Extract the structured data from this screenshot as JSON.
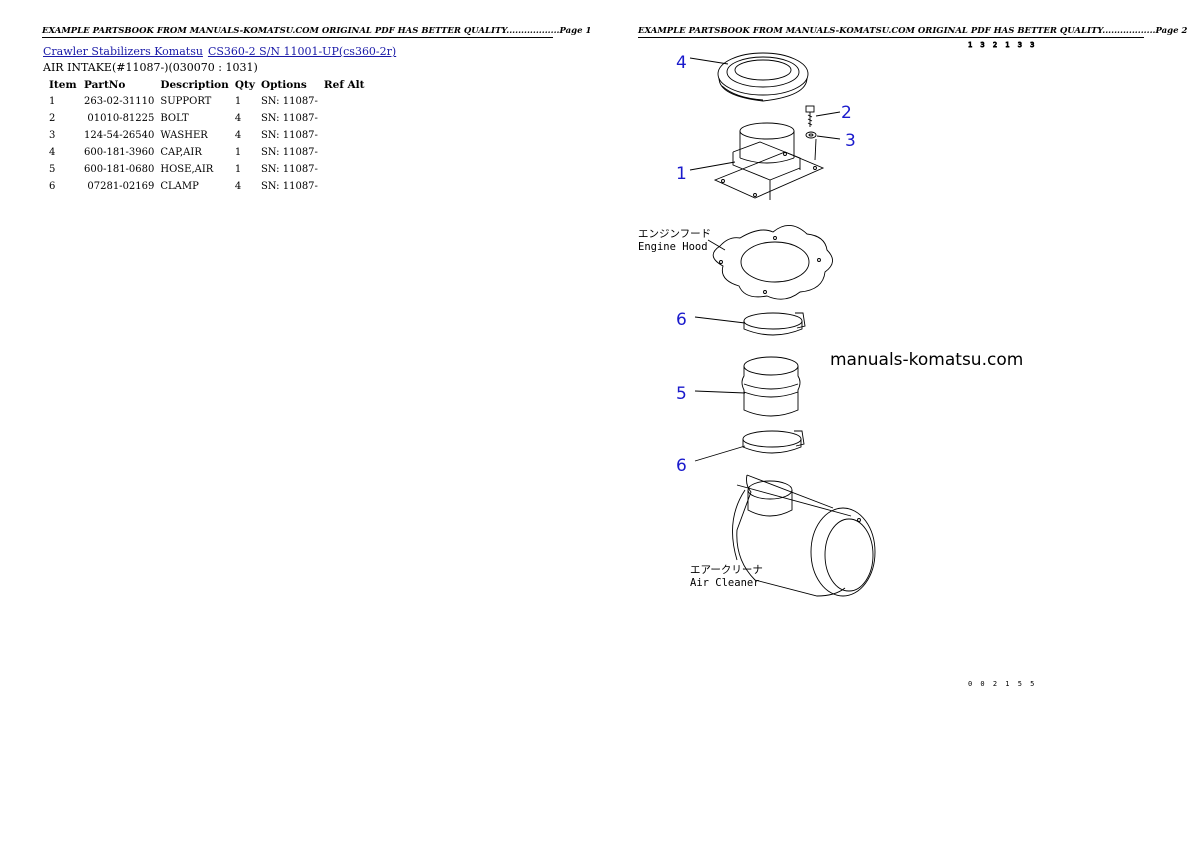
{
  "page1": {
    "header": "EXAMPLE PARTSBOOK FROM MANUALS-KOMATSU.COM ORIGINAL PDF HAS BETTER QUALITY..................Page 1",
    "link_category": "Crawler Stabilizers Komatsu",
    "link_model": "CS360-2 S/N 11001-UP(cs360-2r)",
    "subtitle": "AIR INTAKE(#11087-)(030070 : 1031)",
    "table": {
      "headers": [
        "Item",
        "PartNo",
        "Description",
        "Qty",
        "Options",
        "Ref Alt"
      ],
      "rows": [
        {
          "item": "1",
          "partno": "263-02-31110",
          "description": "SUPPORT",
          "qty": "1",
          "options": "SN: 11087-",
          "ref": ""
        },
        {
          "item": "2",
          "partno": "01010-81225",
          "description": "BOLT",
          "qty": "4",
          "options": "SN: 11087-",
          "ref": ""
        },
        {
          "item": "3",
          "partno": "124-54-26540",
          "description": "WASHER",
          "qty": "4",
          "options": "SN: 11087-",
          "ref": ""
        },
        {
          "item": "4",
          "partno": "600-181-3960",
          "description": "CAP,AIR",
          "qty": "1",
          "options": "SN: 11087-",
          "ref": ""
        },
        {
          "item": "5",
          "partno": "600-181-0680",
          "description": "HOSE,AIR",
          "qty": "1",
          "options": "SN: 11087-",
          "ref": ""
        },
        {
          "item": "6",
          "partno": "07281-02169",
          "description": "CLAMP",
          "qty": "4",
          "options": "SN: 11087-",
          "ref": ""
        }
      ]
    }
  },
  "page2": {
    "header": "EXAMPLE PARTSBOOK FROM MANUALS-KOMATSU.COM ORIGINAL PDF HAS BETTER QUALITY..................Page 2",
    "watermark": "manuals-komatsu.com",
    "callouts": {
      "c4": "4",
      "c2": "2",
      "c3": "3",
      "c1": "1",
      "c6a": "6",
      "c5": "5",
      "c6b": "6"
    },
    "engine_hood_jp": "エンジンフード",
    "engine_hood_en": "Engine Hood",
    "air_cleaner_jp": "エアークリーナ",
    "air_cleaner_en": "Air Cleaner",
    "drawing_code": "0 0 2 1 5 5",
    "drawing_code_top": "1 3 2 1 3 3"
  }
}
